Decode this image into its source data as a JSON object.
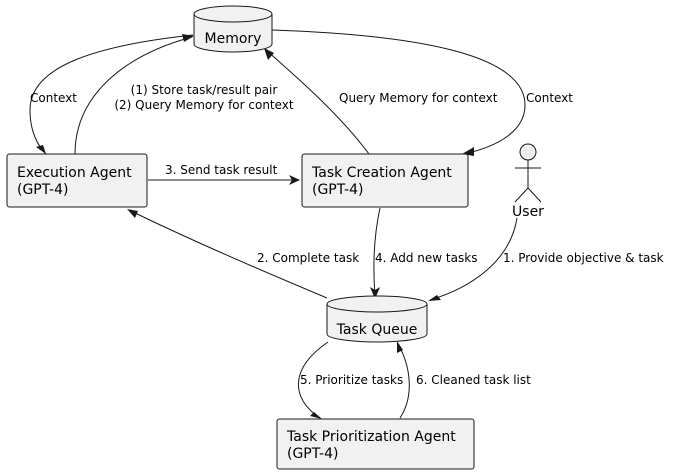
{
  "nodes": {
    "memory": {
      "label": "Memory"
    },
    "execution_agent": {
      "title": "Execution Agent",
      "model": "(GPT-4)"
    },
    "task_creation_agent": {
      "title": "Task Creation Agent",
      "model": "(GPT-4)"
    },
    "task_queue": {
      "label": "Task Queue"
    },
    "task_prioritization_agent": {
      "title": "Task Prioritization Agent",
      "model": "(GPT-4)"
    },
    "user": {
      "label": "User"
    }
  },
  "edges": {
    "memory_to_execution": "Context",
    "execution_to_memory_line1": "(1) Store task/result pair",
    "execution_to_memory_line2": "(2) Query Memory for context",
    "creation_to_memory": "Query Memory for context",
    "memory_to_creation": "Context",
    "execution_to_creation": "3. Send task result",
    "queue_to_execution": "2. Complete task",
    "creation_to_queue": "4. Add new tasks",
    "user_to_queue": "1. Provide objective & task",
    "queue_to_prioritization": "5. Prioritize tasks",
    "prioritization_to_queue": "6. Cleaned task list"
  }
}
